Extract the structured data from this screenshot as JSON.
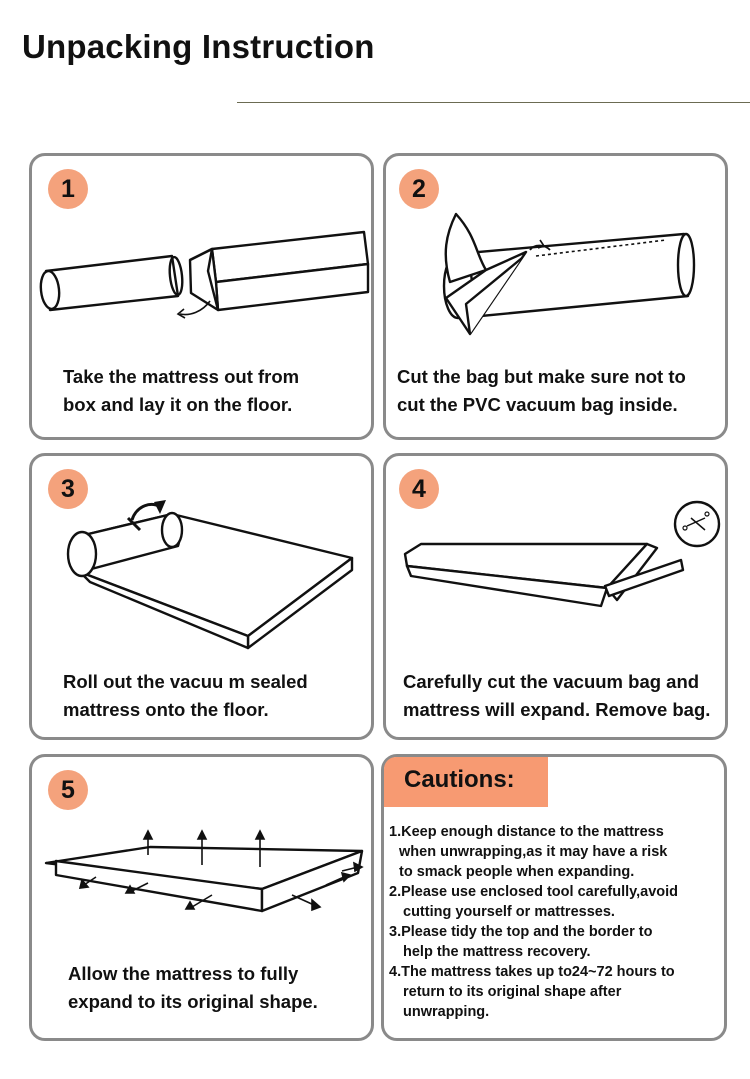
{
  "header": {
    "title": "Unpacking Instruction"
  },
  "steps": [
    {
      "number": "1",
      "lines": [
        "Take the mattress out from",
        "box and lay it on the floor."
      ]
    },
    {
      "number": "2",
      "lines": [
        "Cut the bag but make sure not to",
        "cut the PVC vacuum bag inside."
      ]
    },
    {
      "number": "3",
      "lines": [
        "Roll out the vacuu m sealed",
        "mattress onto the floor."
      ]
    },
    {
      "number": "4",
      "lines": [
        "Carefully cut the vacuum bag and",
        "mattress will expand. Remove bag."
      ]
    },
    {
      "number": "5",
      "lines": [
        "Allow the mattress to fully",
        "expand to its original shape."
      ]
    }
  ],
  "cautions": {
    "heading": "Cautions:",
    "lines": [
      "1.Keep enough distance to the mattress",
      "when unwrapping,as it may have a risk",
      "to smack people when expanding.",
      "2.Please use enclosed tool carefully,avoid",
      "cutting yourself or mattresses.",
      "3.Please tidy the top and the border to",
      "help the mattress recovery.",
      "4.The mattress takes up to24~72 hours to",
      "return to its original shape after",
      "unwrapping."
    ]
  },
  "colors": {
    "badge": "#f4a27c",
    "caution_header": "#f79a72",
    "card_border": "#8a8a8a"
  }
}
